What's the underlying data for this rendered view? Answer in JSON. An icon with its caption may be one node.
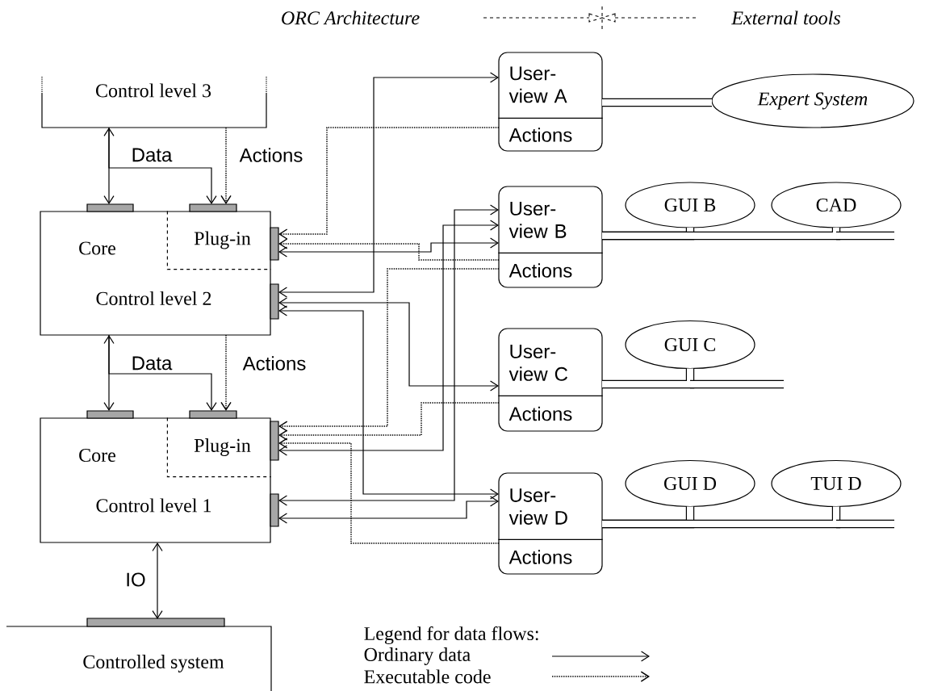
{
  "diagram": {
    "nodes": [
      {
        "text": [
          "Control level 3"
        ]
      },
      {
        "text": [
          "Core",
          "Control level 2"
        ]
      },
      {
        "text": [
          "Plug-in"
        ],
        "in": 1
      },
      {
        "text": [
          "Core",
          "Control level 1"
        ]
      },
      {
        "text": [
          "Plug-in"
        ],
        "in": 3
      },
      {
        "text": [
          "Controlled system"
        ]
      },
      {
        "text": [
          "User- view A"
        ]
      },
      {
        "text": [
          "Actions"
        ],
        "in": 6
      },
      {
        "text": [
          "Expert System"
        ]
      },
      {
        "text": [
          "User- view B"
        ]
      },
      {
        "text": [
          "Actions"
        ],
        "in": 9
      },
      {
        "text": [
          "GUI B"
        ]
      },
      {
        "text": [
          "CAD"
        ]
      },
      {
        "text": [
          "User- view C"
        ]
      },
      {
        "text": [
          "Actions"
        ],
        "in": 13
      },
      {
        "text": [
          "GUI C"
        ]
      },
      {
        "text": [
          "User- view D"
        ]
      },
      {
        "text": [
          "Actions"
        ],
        "in": 16
      },
      {
        "text": [
          "GUI D"
        ]
      },
      {
        "text": [
          "TUI D"
        ]
      }
    ],
    "edges": [
      {
        "from": 0,
        "to": 1,
        "arrow": "both",
        "label": "Data"
      },
      {
        "from": 0,
        "to": 2,
        "arrow": "to"
      },
      {
        "from": 0,
        "to": 2,
        "arrow": "to",
        "style": "dashed",
        "label": "Actions"
      },
      {
        "from": 1,
        "to": 3,
        "arrow": "both",
        "label": "Data"
      },
      {
        "from": 1,
        "to": 4,
        "arrow": "to"
      },
      {
        "from": 1,
        "to": 4,
        "arrow": "to",
        "style": "dashed",
        "label": "Actions"
      },
      {
        "from": 3,
        "to": 5,
        "arrow": "both",
        "label": "IO"
      },
      {
        "from": 6,
        "to": 2,
        "arrow": "to",
        "style": "dashed"
      },
      {
        "from": 1,
        "to": 6,
        "arrow": "both"
      },
      {
        "from": 2,
        "to": 9,
        "arrow": "both"
      },
      {
        "from": 10,
        "to": 2,
        "arrow": "to",
        "style": "dashed"
      },
      {
        "from": 10,
        "to": 4,
        "arrow": "to",
        "style": "dashed"
      },
      {
        "from": 1,
        "to": 13,
        "arrow": "both"
      },
      {
        "from": 1,
        "to": 16,
        "arrow": "both"
      },
      {
        "from": 4,
        "to": 9,
        "arrow": "both"
      },
      {
        "from": 3,
        "to": 9,
        "arrow": "both"
      },
      {
        "from": 14,
        "to": 4,
        "arrow": "to",
        "style": "dashed"
      },
      {
        "from": 3,
        "to": 16,
        "arrow": "both"
      },
      {
        "from": 17,
        "to": 4,
        "arrow": "to",
        "style": "dashed"
      },
      {
        "from": 6,
        "to": 8,
        "arrow": "none",
        "style": "thick"
      },
      {
        "from": 9,
        "to": 11,
        "arrow": "none",
        "style": "thick"
      },
      {
        "from": 9,
        "to": 12,
        "arrow": "none",
        "style": "thick"
      },
      {
        "from": 13,
        "to": 15,
        "arrow": "none",
        "style": "thick"
      },
      {
        "from": 16,
        "to": 18,
        "arrow": "none",
        "style": "thick"
      },
      {
        "from": 16,
        "to": 19,
        "arrow": "none",
        "style": "thick"
      }
    ],
    "labels": [
      "ORC Architecture",
      "External tools",
      "Legend for data flows:"
    ],
    "legend": [
      {
        "text": "Ordinary data"
      },
      {
        "text": "Executable code"
      }
    ]
  }
}
